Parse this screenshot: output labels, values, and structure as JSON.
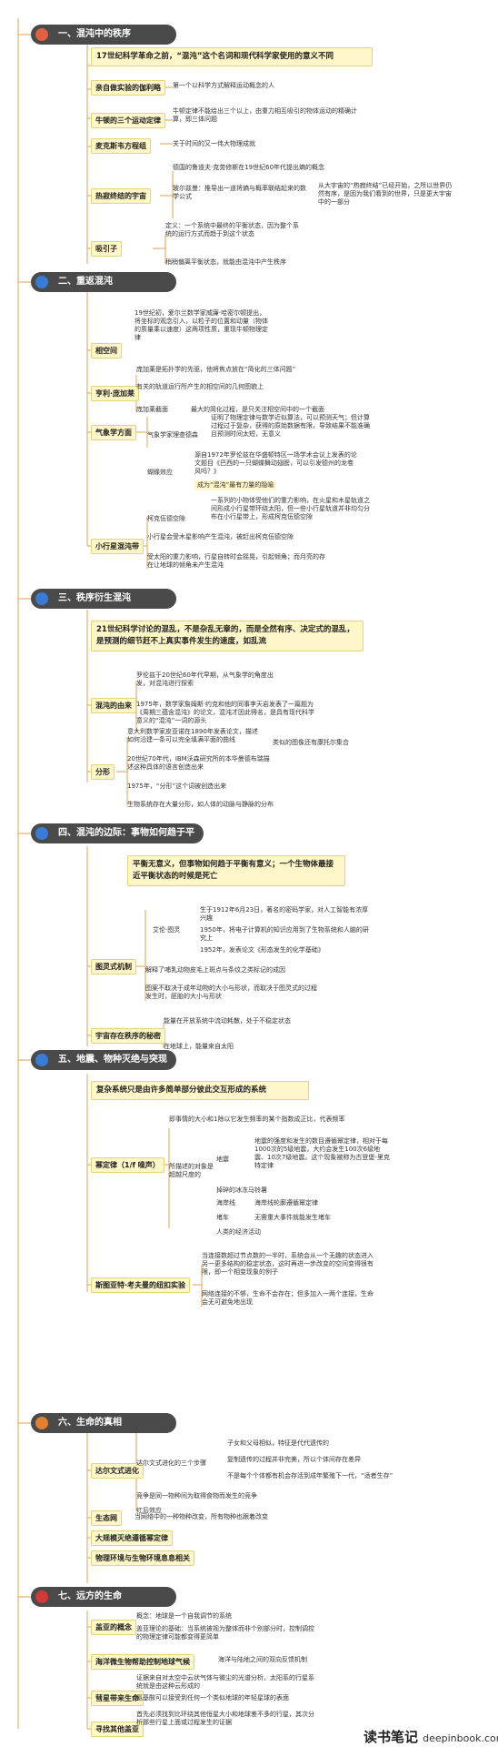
{
  "colors": {
    "section_bg": "#4a4a4a",
    "node_bg": "#fff6c9",
    "line": "#e0a050",
    "accent": "#e06040"
  },
  "sections": [
    {
      "title": "一、混沌中的秩序",
      "icon": "orange-circle-icon"
    },
    {
      "title": "二、重返混沌",
      "icon": "blue-circle-icon"
    },
    {
      "title": "三、秩序衍生混沌",
      "icon": "blue-circle-icon"
    },
    {
      "title": "四、混沌的边际：事物如何趋于平衡",
      "icon": "blue-circle-icon"
    },
    {
      "title": "五、地震、物种灭绝与突现",
      "icon": "blue-circle-icon"
    },
    {
      "title": "六、生命的真相",
      "icon": "orange-circle-icon"
    },
    {
      "title": "七、远方的生命",
      "icon": "red-circle-icon"
    }
  ],
  "s1": {
    "headline": "17世纪科学革命之前，“混沌”这个名词和现代科学家使用的意义不同",
    "n1": "亲自做实验的伽利略",
    "n1t": "第一个以科学方式解释运动概念的人",
    "n2": "牛顿的三个运动定律",
    "n2t": "牛顿定律不能给出三个以上，由重力相互吸引的物体运动的精确计算，即三体问题",
    "n3": "麦克斯韦方程组",
    "n3t": "关于时间的又一伟大物理成就",
    "n4": "热寂终结的宇宙",
    "n4a": "德国的鲁道夫·克劳修斯在19世纪60年代提出熵的概念",
    "n4b": "玻尔兹曼：推导出一道将熵与概率联结起来的数学公式",
    "n4c": "从大宇宙的“热寂终结”已经开始，之所以世界仍然有序，是因为我们看到的世界，只是更大宇宙中的一部分",
    "n5": "吸引子",
    "n5a": "定义：一个系统中最终的平衡状态，因为整个系统的运行方式而趋于到这个状态",
    "n5b": "稍稍偏离平衡状态，就能由混沌中产生秩序"
  },
  "s2": {
    "n1": "相空间",
    "n1t": "19世纪初，爱尔兰数学家威廉·哈密尔顿提出，将坐标的观念引入，以粒子的位置和动量（物体的质量乘以速度）这两项性质，重现牛顿物理定律",
    "n2": "亨利·庞加莱",
    "n2a": "庞加莱是拓扑学的先驱，他将焦点放在“简化的三体问题”",
    "n2b": "有关的轨道运行所产生的相空间的几何图貌上",
    "n2c": "庞加莱截面",
    "n2d": "最大的简化过程，是只关注相空间中的一个截面",
    "n3": "气象学方面",
    "n3a": "气象学家理查德森",
    "n3b": "证明了物理定律与数学近似算法，可以预测天气；但计算过程过于复杂，获得的原始数据有限，导致结果不能准确且预测时间太短，无意义",
    "n3c": "蝴蝶效应",
    "n3d": "源自1972年罗伦兹在华盛顿特区一场学术会议上发表的论文题目《巴西的一只蝴蝶舞动翅膀，可以引发德州的龙卷风吗？》",
    "n3e": "成为“混沌”最有力量的隐喻",
    "n4": "小行星混沌带",
    "n4a": "柯克伍德空隙",
    "n4b": "一系列的小物体受他们的重力影响，在火星和木星轨道之间形成小行星带环绕太阳，但一些小行星轨道并非均匀分布在小行星带上，形成柯克伍德空隙",
    "n4c": "小行星会受木星影响产生混沌，被赶出柯克伍德空隙",
    "n4d": "受太阳的重力影响，行星自转时会摇晃，引起倾角；而月亮的存在让地球的倾角未产生混沌"
  },
  "s3": {
    "headline": "21世纪科学讨论的混乱，不是杂乱无章的，而是全然有序、决定式的混乱，是预测的细节赶不上真实事件发生的速度，如乱流",
    "n1": "混沌的由来",
    "n1a": "罗伦兹于20世纪60年代早期，从气象学的角度出发，对混沌进行探索",
    "n1b": "1975年，数学家詹姆斯·约克和他的同事李天岩发表了一篇题为《周期三蕴含混沌》的论文，混沌才因此得名，是具有现代科学意义的“混沌”一词的源头",
    "n2": "分形",
    "n2a": "意大利数学家皮亚诺在1890年发表论文，描述如何沿建一条可以完全填满平面的曲线",
    "n2b": "类似的图像还有康托尔集合",
    "n2c": "20世纪70年代，IBM沃森研究所的本华曼德布瑞描述这种具体的语言创造出来",
    "n2d": "1975年，“分形”这个词被创造出来",
    "n2e": "生物系统存在大量分形，如人体的动脉与静脉的分布"
  },
  "s4": {
    "headline": "平衡无意义，但事物如何趋于平衡有意义；一个生物体最接近平衡状态的时候是死亡",
    "n1": "图灵式机制",
    "n1a": "艾伦·图灵",
    "n1b": "生于1912年6月23日，著名的密码学家，对人工智能有浓厚兴趣",
    "n1c": "1950年，将电子计算机的知识应用到了生物系统和人脑的研究上",
    "n1d": "1952年，发表论文《形态发生的化学基础》",
    "n1e": "解释了哺乳动物皮毛上斑点与条纹之类标记的成因",
    "n1f": "图案不取决于成年动物的大小与形状，而取决于图灵式的过程发生时，胚胎的大小与形状",
    "n2": "宇宙存在秩序的秘密",
    "n2a": "能量在开放系统中流动耗散，处于不稳定状态",
    "n2b": "在地球上，能量来自太阳"
  },
  "s5": {
    "headline": "复杂系统只是由许多简单部分彼此交互形成的系统",
    "n1": "幂定律（1/f 噪声）",
    "n1a": "即事情的大小和1除以它发生频率的某个指数成正比，代表频率",
    "n1b": "所描述的对象是超越尺度的",
    "n1c": "地震",
    "n1d": "地震的强度和发生的数目遵循幂定律，相对于每1000次的5级地震，大约会发生100次6级地震、10次7级地震。这个现象被称为古登堡-里克特定律",
    "n1e": "掉碎的冰冻马铃薯",
    "n1f": "海岸线",
    "n1g": "海岸线轮廓遵循幂定律",
    "n1h": "堵车",
    "n1i": "无需重大事件就能发生堵车",
    "n1j": "人类的经济活动",
    "n2": "斯图亚特·考夫曼的纽扣实验",
    "n2a": "当连接数超过节点数的一半时，系统会从一个无趣的状态进入另一更多结构的稳定状态，这时再进一步改变的空间变得很有限，即一个相变现象的例子",
    "n2b": "网络连接的不够，生命不会存在；但多加入一两个连接，生命会无可避免地出现"
  },
  "s6": {
    "n1": "达尔文式进化",
    "n1a": "达尔文式进化的三个步骤",
    "n1b": "子女和父母相似，特征是代代遗传的",
    "n1c": "复制遗传的过程并非完美，所以个体间存在差异",
    "n1d": "不是每个个体都有机会存活到成年繁殖下一代，“适者生存”",
    "n1e": "竞争是同一物种间为取得食物而发生的竞争",
    "n1f": "红后效应",
    "n2": "生态网",
    "n2a": "当网络中的一种物种改变，所有物种也跟着改变",
    "n3": "大规模灭绝遵循幂定律",
    "n4": "物理环境与生物环境息息相关"
  },
  "s7": {
    "n1": "盖亚的概念",
    "n1a": "概念：地球是一个自我调节的系统",
    "n1b": "盖亚理论的基础：当系统被视为整体而非个别部分时，控制调控的物理定律可能都变得更简单",
    "n2": "海洋微生物帮助控制地球气候",
    "n2a": "海洋与陆地之间的双向反馈机制",
    "n3": "彗星带来生命",
    "n3a": "证据来自对太空中云状气体与微尘的光谱分析，太阳系的行星系统就是由这种云形成的",
    "n3b": "氨基酸可以接受到任何一个类似地球的年轻星球的表面",
    "n4": "寻找其他盖亚",
    "n4a": "首先必须找到比环绕其他恒星大小和地球差不多的行星，其次分析那些行星上面或过程发生的证据"
  },
  "watermark": {
    "main": "读书笔记",
    "site": "deepinbook.com"
  }
}
